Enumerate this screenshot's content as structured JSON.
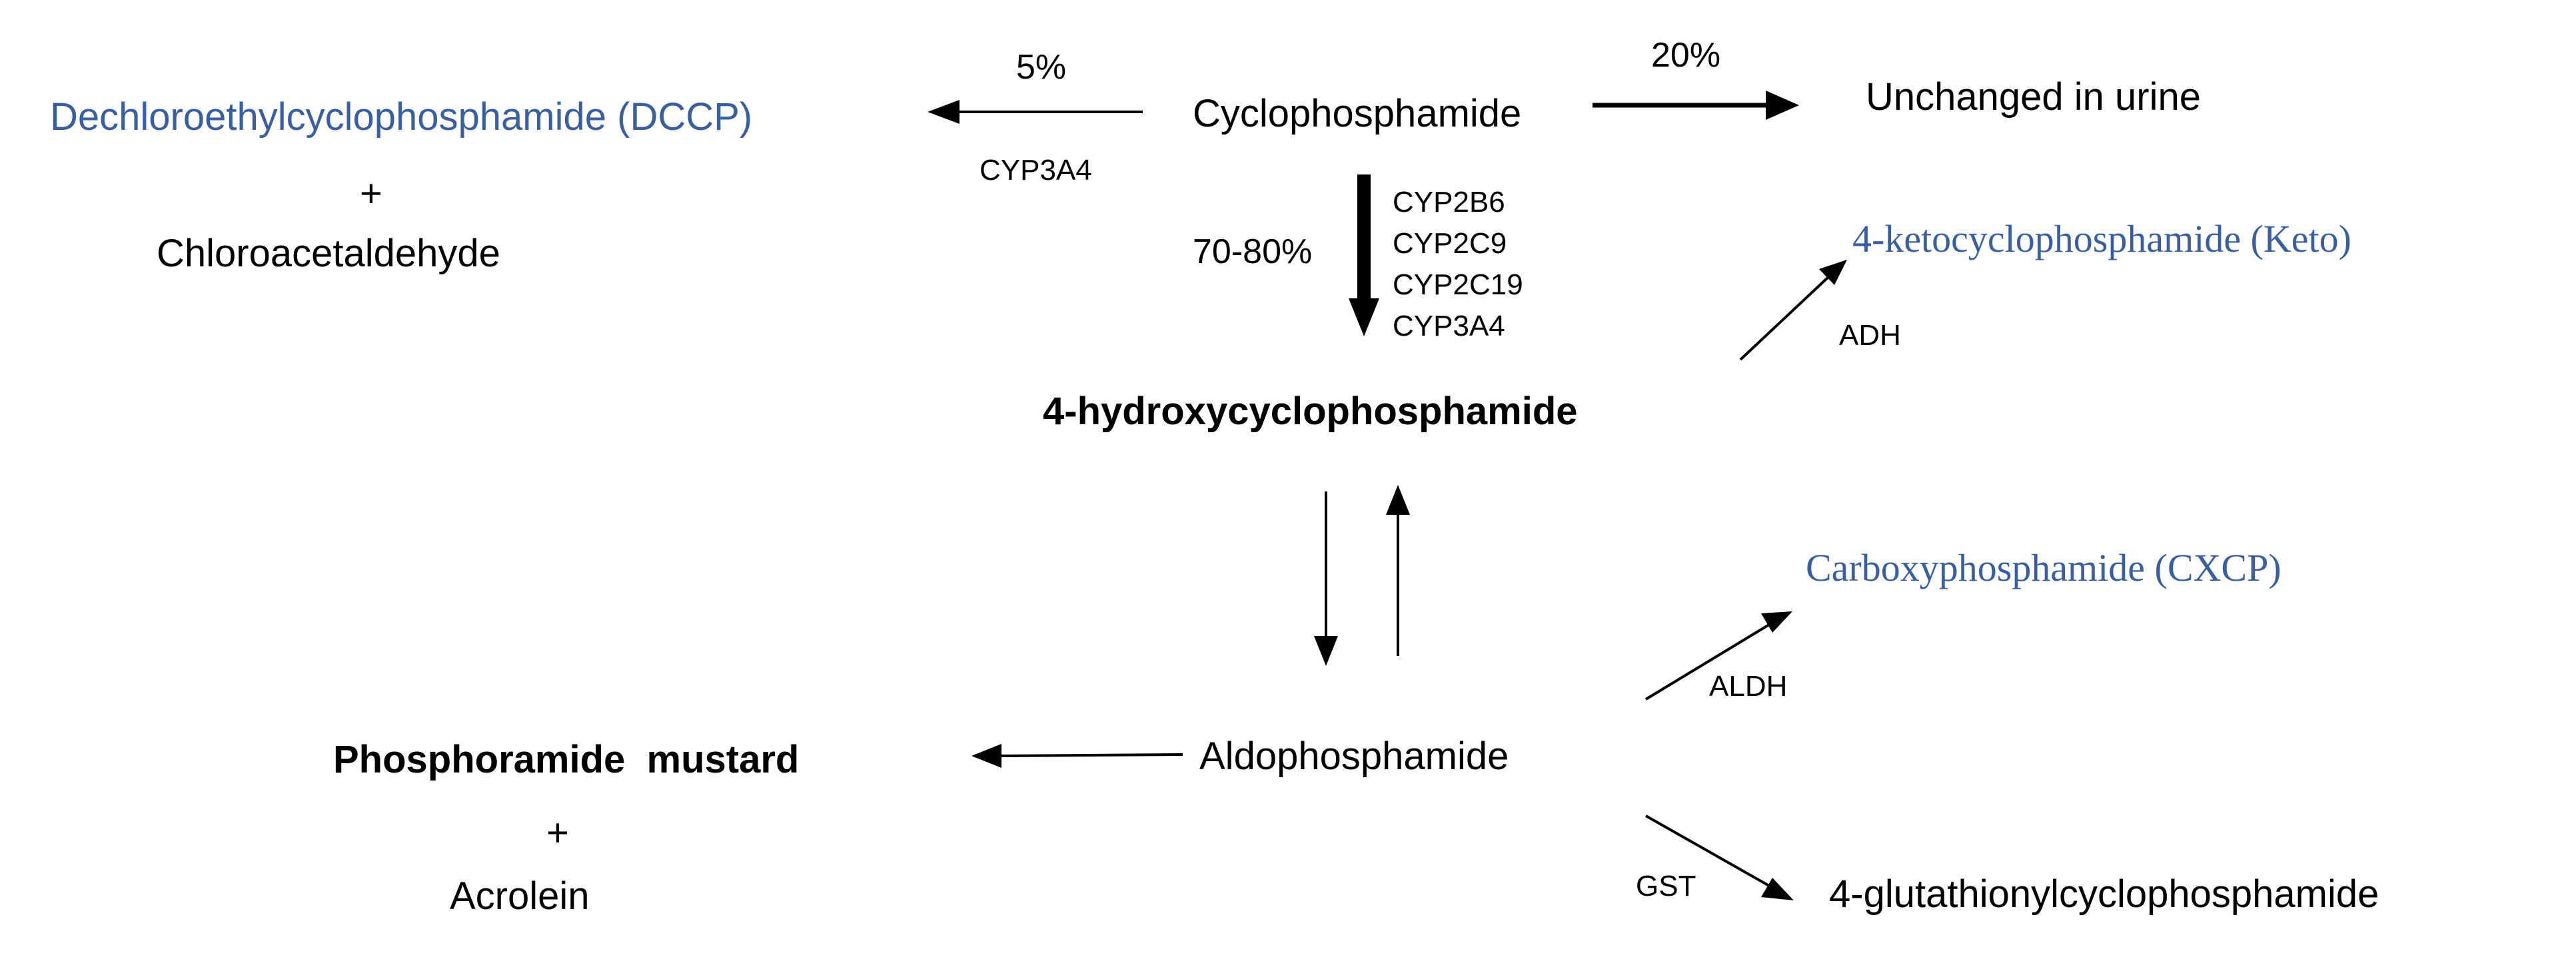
{
  "colors": {
    "black": "#000000",
    "blue_metabolite": "#3a5fa0"
  },
  "nodes": {
    "cyclophosphamide": "Cyclophosphamide",
    "unchanged": "Unchanged in urine",
    "dccp": "Dechloroethylcyclophosphamide (DCCP)",
    "plus1": "+",
    "chloroacetaldehyde": "Chloroacetaldehyde",
    "keto": "4-ketocyclophosphamide (Keto)",
    "hydroxy": "4-hydroxycyclophosphamide",
    "cxcp": "Carboxyphosphamide (CXCP)",
    "aldophosphamide": "Aldophosphamide",
    "mustard": "Phosphoramide  mustard",
    "plus2": "+",
    "acrolein": "Acrolein",
    "glutathionyl": "4-glutathionylcyclophosphamide"
  },
  "edges": {
    "pct_dccp": "5%",
    "pct_urine": "20%",
    "pct_hydroxy": "70-80%",
    "enzyme_dccp": "CYP3A4",
    "enzymes_hydroxy": [
      "CYP2B6",
      "CYP2C9",
      "CYP2C19",
      "CYP3A4"
    ],
    "enzyme_keto": "ADH",
    "enzyme_cxcp": "ALDH",
    "enzyme_gst": "GST"
  }
}
